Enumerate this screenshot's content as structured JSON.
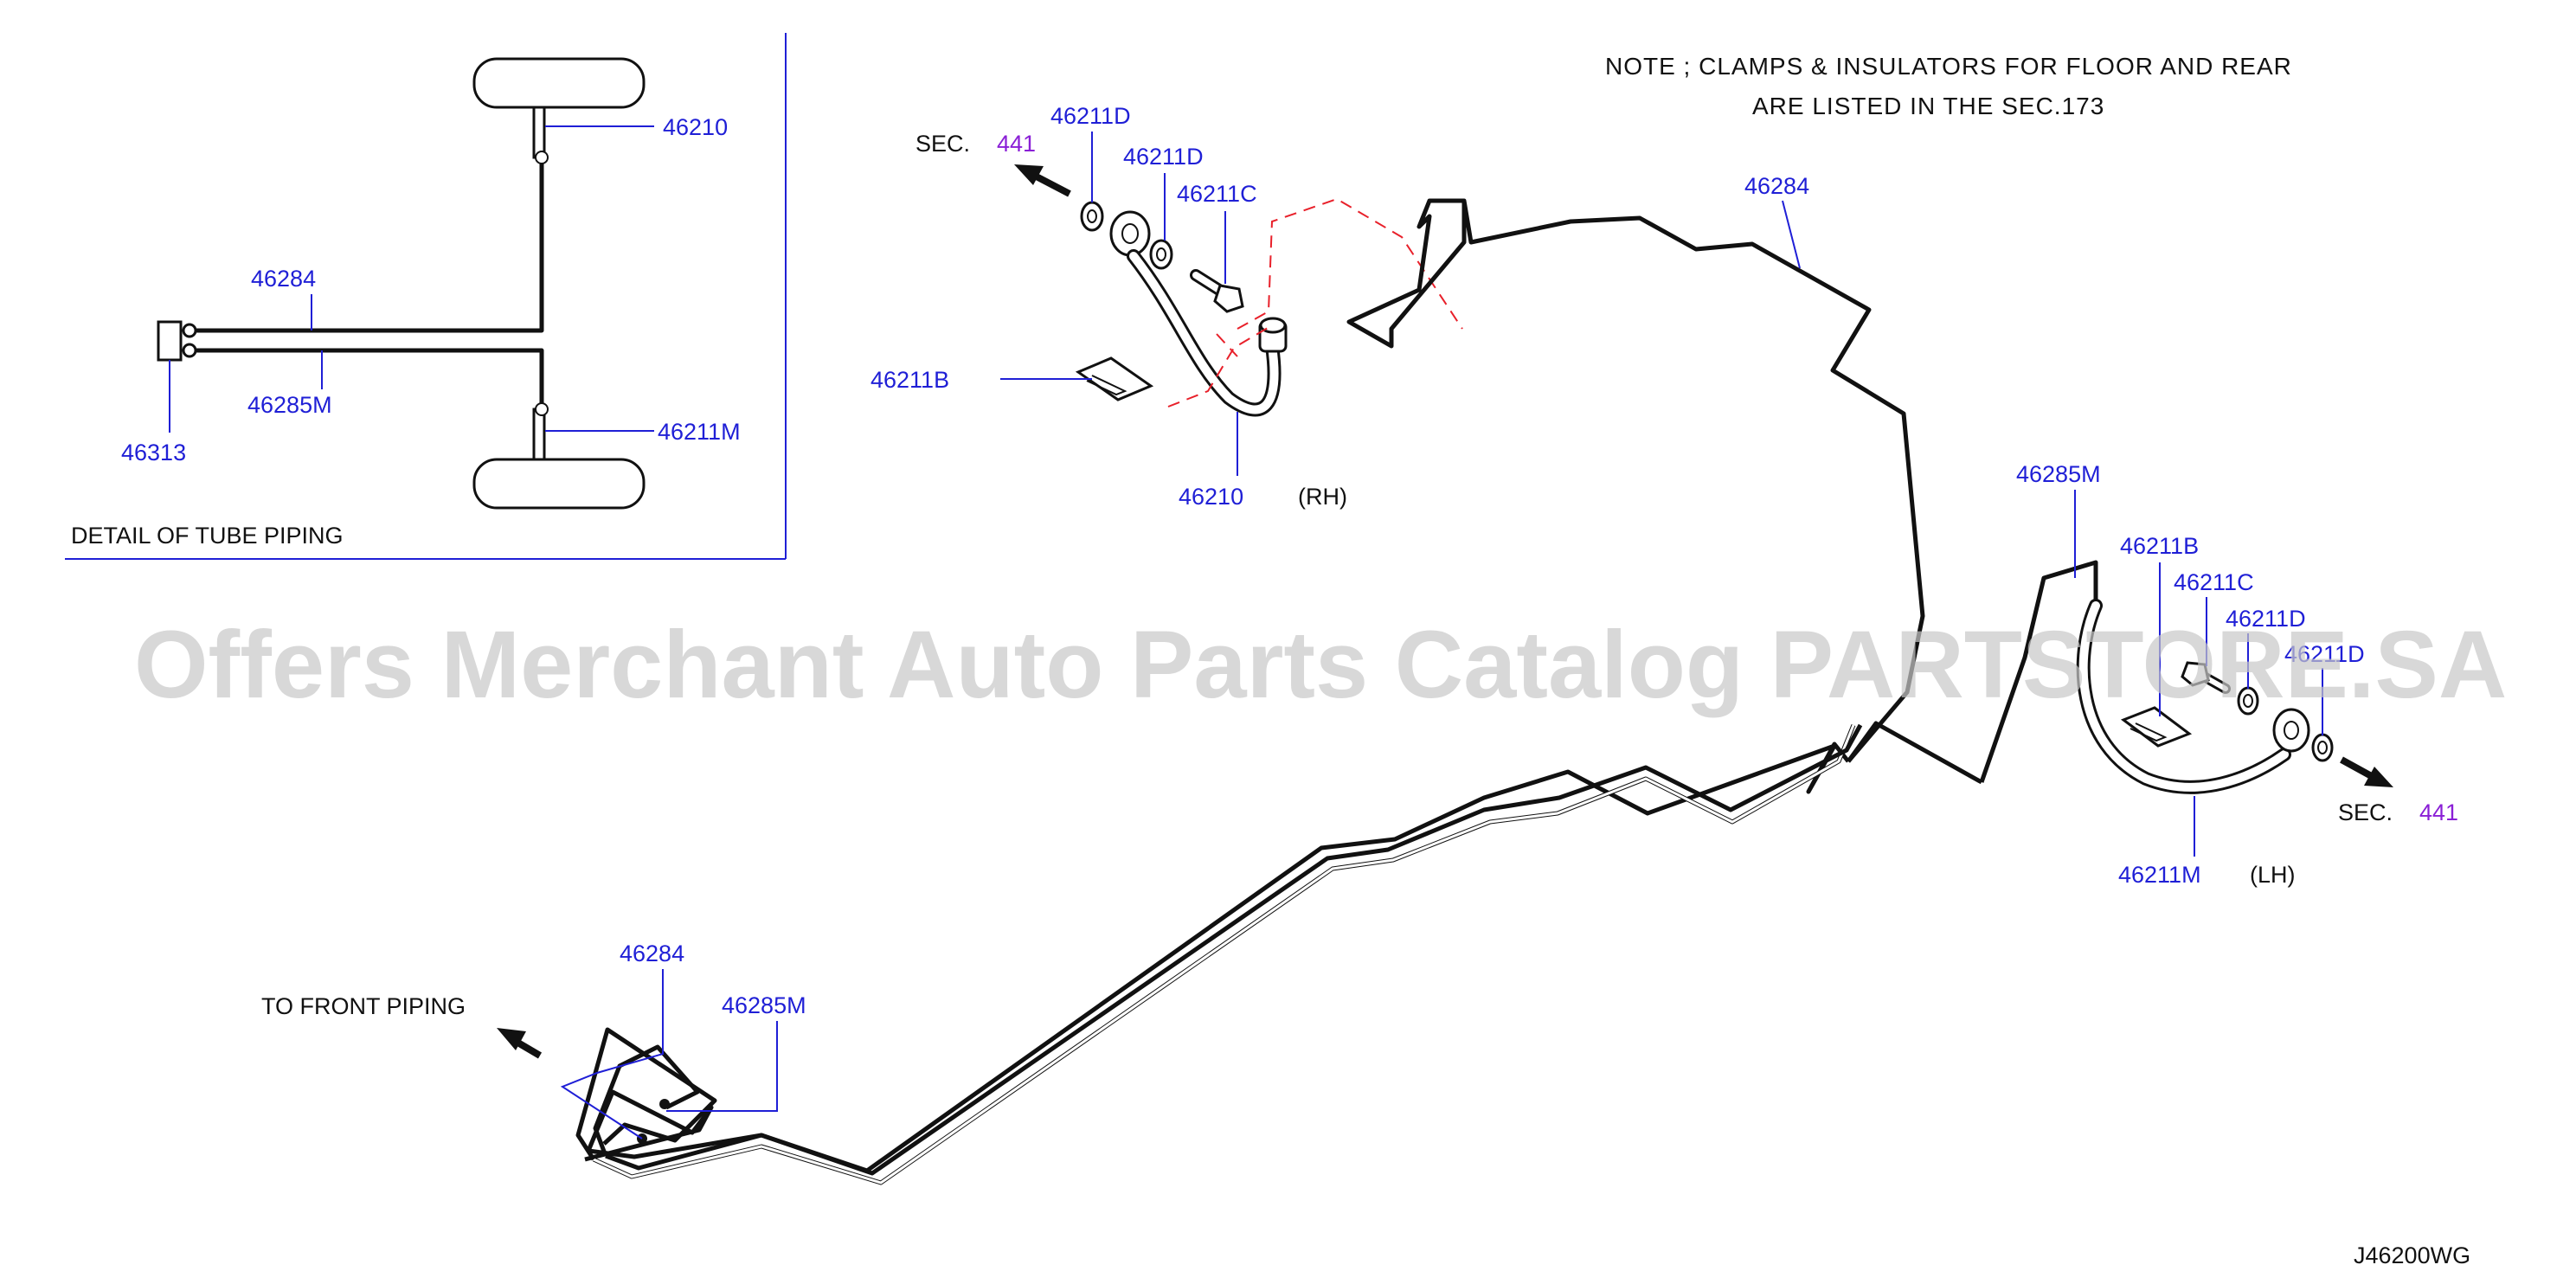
{
  "note": {
    "line1": "NOTE  ;  CLAMPS  &  INSULATORS  FOR  FLOOR  AND  REAR",
    "line2": "ARE  LISTED  IN  THE  SEC.173"
  },
  "detail": {
    "title": "DETAIL  OF  TUBE  PIPING",
    "labels": {
      "hose_top": "46210",
      "tube_upper": "46284",
      "tube_lower": "46285M",
      "connector": "46313",
      "hose_bottom": "46211M"
    }
  },
  "rh": {
    "sec_prefix": "SEC.",
    "sec_num": "441",
    "washer_1": "46211D",
    "washer_2": "46211D",
    "bolt": "46211C",
    "clip": "46211B",
    "hose": "46210",
    "side": "(RH)"
  },
  "main": {
    "tube_top": "46284"
  },
  "lh": {
    "tube": "46285M",
    "clip": "46211B",
    "bolt": "46211C",
    "washer_1": "46211D",
    "washer_2": "46211D",
    "sec_prefix": "SEC.",
    "sec_num": "441",
    "hose": "46211M",
    "side": "(LH)"
  },
  "front": {
    "label": "TO  FRONT  PIPING",
    "tube_1": "46284",
    "tube_2": "46285M"
  },
  "watermark": "Offers Merchant Auto Parts Catalog PARTSTORE.SA",
  "drawing_code": "J46200WG"
}
